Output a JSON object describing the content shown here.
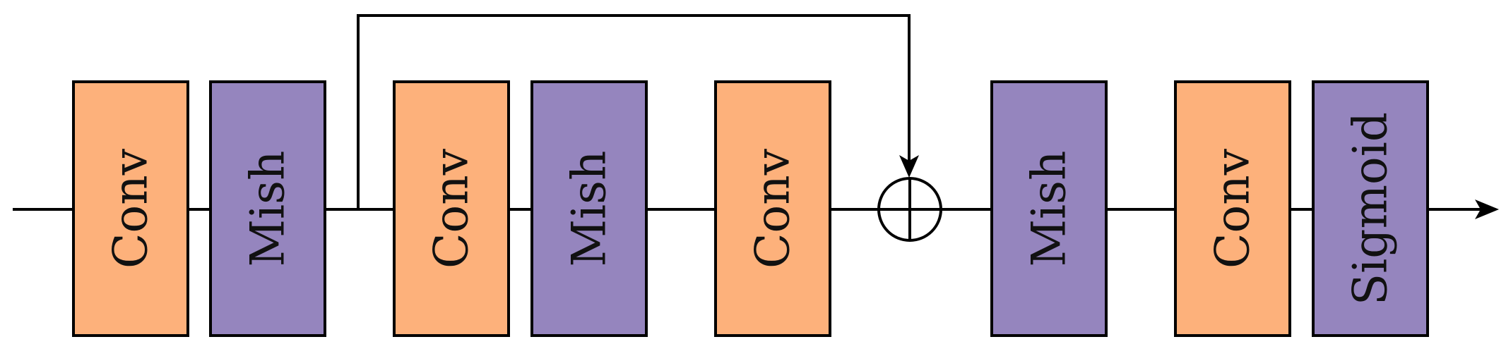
{
  "colors": {
    "conv": "#FDB17B",
    "activation": "#9585BE",
    "line": "#000000",
    "background": "#FFFFFF"
  },
  "blocks": [
    {
      "label": "Conv",
      "kind": "conv"
    },
    {
      "label": "Mish",
      "kind": "activation"
    },
    {
      "label": "Conv",
      "kind": "conv"
    },
    {
      "label": "Mish",
      "kind": "activation"
    },
    {
      "label": "Conv",
      "kind": "conv"
    },
    {
      "label": "Mish",
      "kind": "activation"
    },
    {
      "label": "Conv",
      "kind": "conv"
    },
    {
      "label": "Sigmoid",
      "kind": "activation"
    }
  ],
  "operations": [
    {
      "symbol": "⊕",
      "name": "element-wise addition"
    }
  ],
  "icons": [
    "plus-circle-icon",
    "arrow-head-icon"
  ]
}
